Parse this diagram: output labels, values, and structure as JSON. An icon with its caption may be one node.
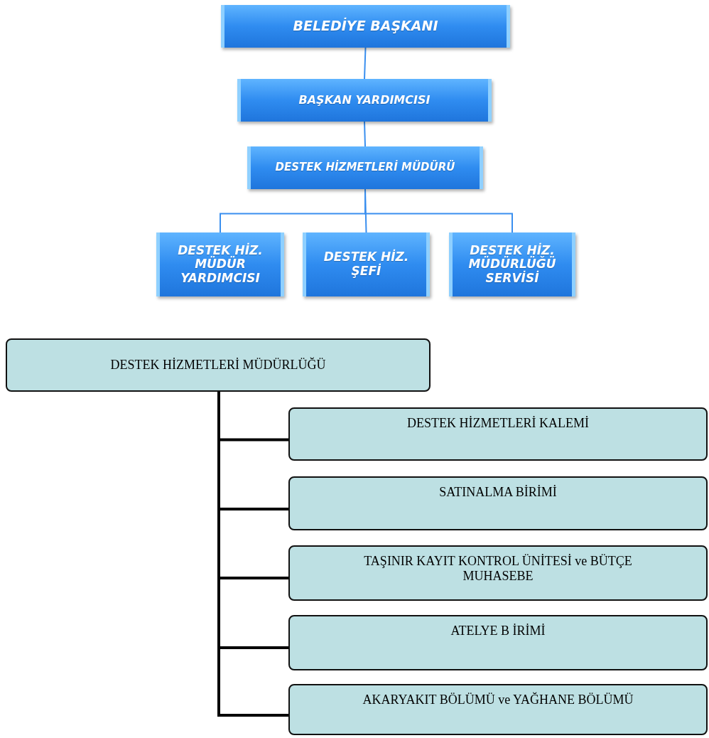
{
  "diagram": {
    "nodes": [
      {
        "text": [
          "BELEDİYE BAŞKANI"
        ]
      },
      {
        "text": [
          "BAŞKAN YARDIMCISI"
        ]
      },
      {
        "text": [
          "DESTEK HİZMETLERİ MÜDÜRÜ"
        ]
      },
      {
        "text": [
          "DESTEK HİZ. MÜDÜR YARDIMCISI"
        ]
      },
      {
        "text": [
          "DESTEK HİZ. ŞEFİ"
        ]
      },
      {
        "text": [
          "DESTEK HİZ. MÜDÜRLÜĞÜ SERVİSİ"
        ]
      },
      {
        "text": [
          "DESTEK HİZMETLERİ MÜDÜRLÜĞÜ"
        ]
      },
      {
        "text": [
          "DESTEK HİZMETLERİ KALEMİ"
        ]
      },
      {
        "text": [
          "SATINALMA BİRİMİ"
        ]
      },
      {
        "text": [
          "TAŞINIR KAYIT KONTROL ÜNİTESİ ve BÜTÇE MUHASEBE"
        ]
      },
      {
        "text": [
          "ATELYE B İRİMİ"
        ]
      },
      {
        "text": [
          "AKARYAKIT BÖLÜMÜ ve YAĞHANE BÖLÜMÜ"
        ]
      }
    ],
    "edges": [
      {
        "from": 0,
        "to": 1,
        "arrow": "none",
        "color": "#3a8fef"
      },
      {
        "from": 1,
        "to": 2,
        "arrow": "none",
        "color": "#3a8fef"
      },
      {
        "from": 2,
        "to": 3,
        "arrow": "none",
        "color": "#3a8fef"
      },
      {
        "from": 2,
        "to": 4,
        "arrow": "none",
        "color": "#3a8fef"
      },
      {
        "from": 2,
        "to": 5,
        "arrow": "none",
        "color": "#3a8fef"
      },
      {
        "from": 6,
        "to": 7,
        "arrow": "none",
        "style": "thick",
        "color": "#000000"
      },
      {
        "from": 6,
        "to": 8,
        "arrow": "none",
        "style": "thick",
        "color": "#000000"
      },
      {
        "from": 6,
        "to": 9,
        "arrow": "none",
        "style": "thick",
        "color": "#000000"
      },
      {
        "from": 6,
        "to": 10,
        "arrow": "none",
        "style": "thick",
        "color": "#000000"
      },
      {
        "from": 6,
        "to": 11,
        "arrow": "none",
        "style": "thick",
        "color": "#000000"
      }
    ]
  }
}
